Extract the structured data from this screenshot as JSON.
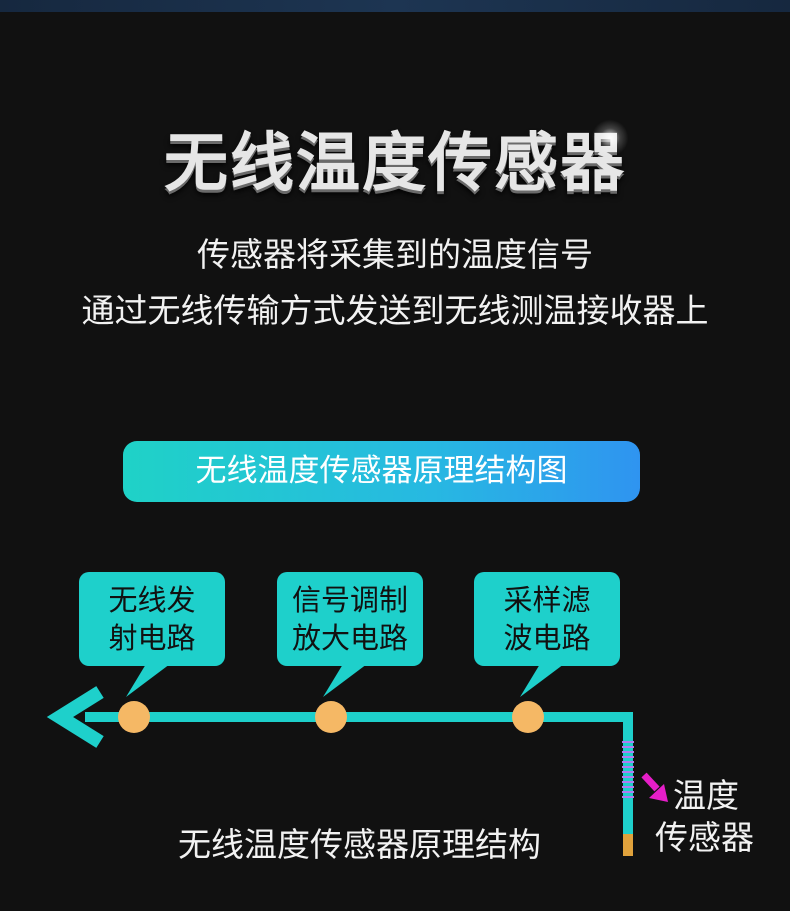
{
  "header": {
    "title": "无线温度传感器",
    "description_line1": "传感器将采集到的温度信号",
    "description_line2": "通过无线传输方式发送到无线测温接收器上"
  },
  "diagram": {
    "banner": "无线温度传感器原理结构图",
    "boxes": [
      {
        "line1": "无线发",
        "line2": "射电路"
      },
      {
        "line1": "信号调制",
        "line2": "放大电路"
      },
      {
        "line1": "采样滤",
        "line2": "波电路"
      }
    ],
    "sensor_label_line1": "温度",
    "sensor_label_line2": "传感器",
    "caption": "无线温度传感器原理结构"
  },
  "colors": {
    "background": "#111111",
    "cyan": "#1ed0cb",
    "node": "#f5b865",
    "pointer": "#e61ec8",
    "coil": "#b07cf0",
    "tip": "#e0a23c"
  }
}
